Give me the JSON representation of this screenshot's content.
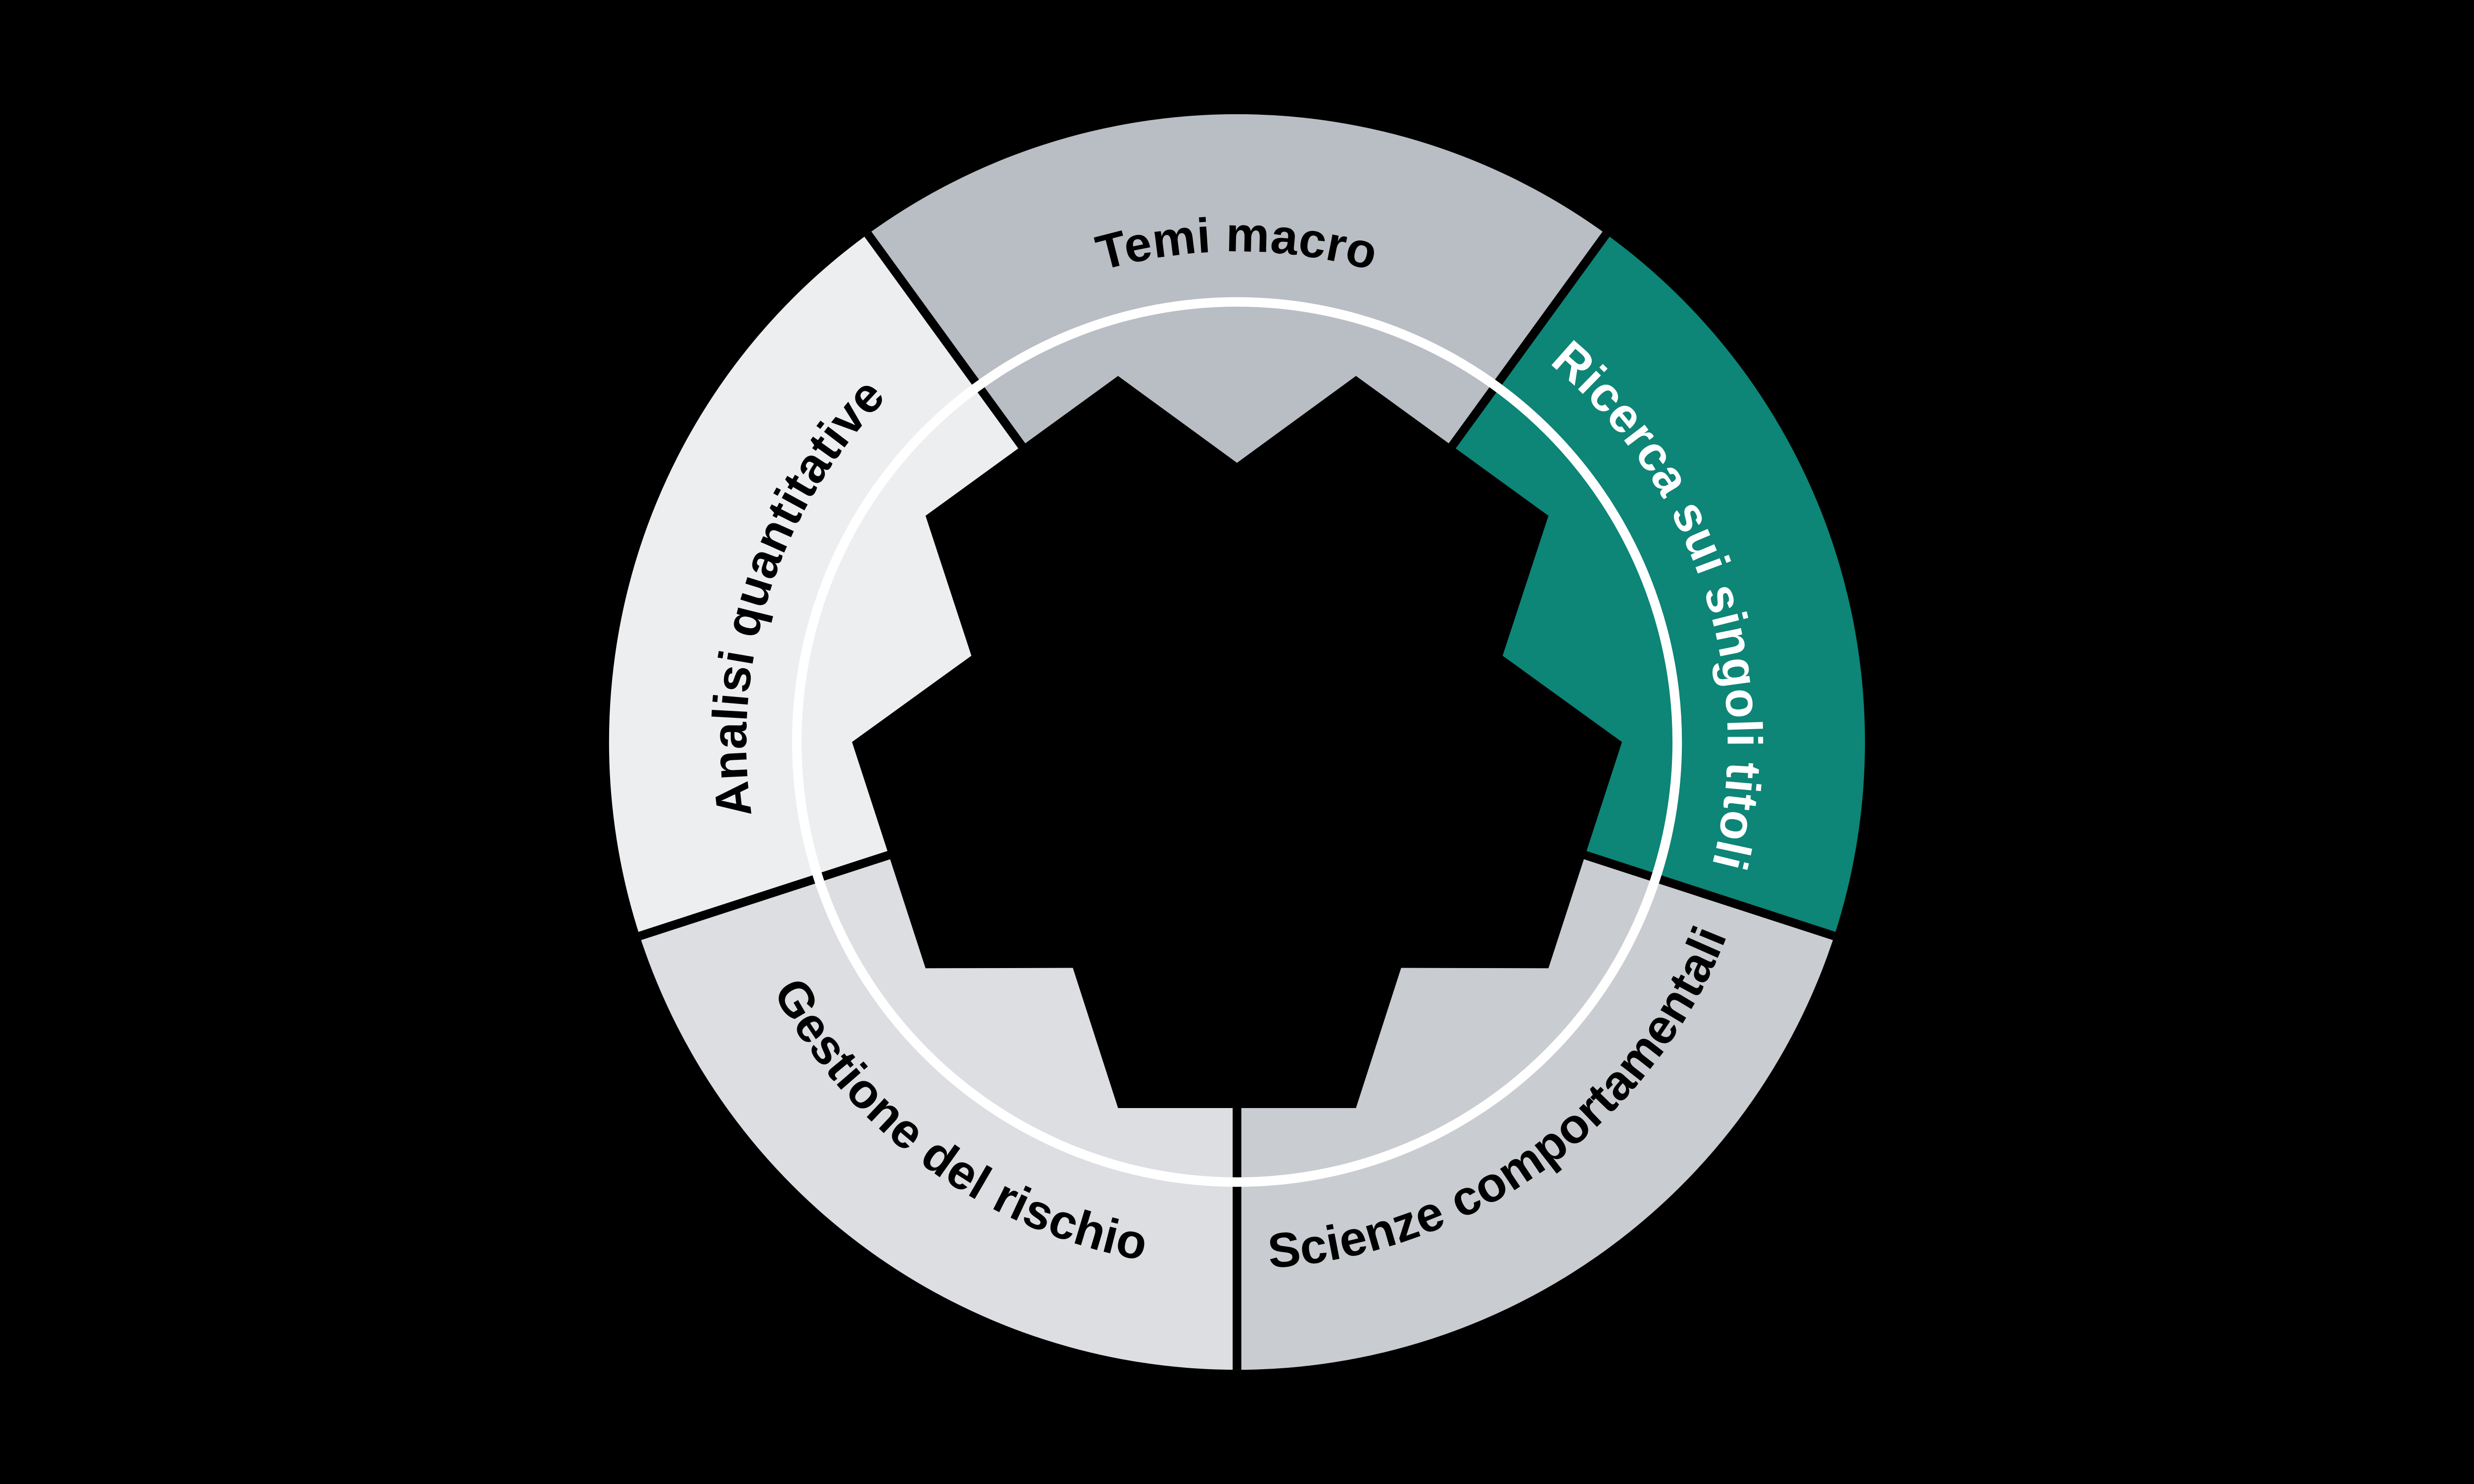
{
  "diagram": {
    "type": "segmented-ring-gear-process-wheel",
    "background_color": "#000000",
    "divider_color": "#000000",
    "inner_ring_color": "#ffffff",
    "gear_color": "#000000",
    "segments": [
      {
        "id": "temi-macro",
        "label": "Temi macro",
        "color": "#b9bdc4",
        "text_color": "#000000",
        "center_angle": 0,
        "flipped": false
      },
      {
        "id": "ricerca-singoli-titoli",
        "label": "Ricerca sui singoli titoli",
        "color": "#0d8577",
        "text_color": "#ffffff",
        "center_angle": 72,
        "flipped": false
      },
      {
        "id": "scienze-comportamentali",
        "label": "Scienze comportamentali",
        "color": "#c9ccd1",
        "text_color": "#000000",
        "center_angle": 144,
        "flipped": true
      },
      {
        "id": "gestione-del-rischio",
        "label": "Gestione del rischio",
        "color": "#dcdee2",
        "text_color": "#000000",
        "center_angle": 216,
        "flipped": true
      },
      {
        "id": "analisi-quantitative",
        "label": "Analisi quantitative",
        "color": "#eceef0",
        "text_color": "#000000",
        "center_angle": 288,
        "flipped": false
      }
    ]
  }
}
